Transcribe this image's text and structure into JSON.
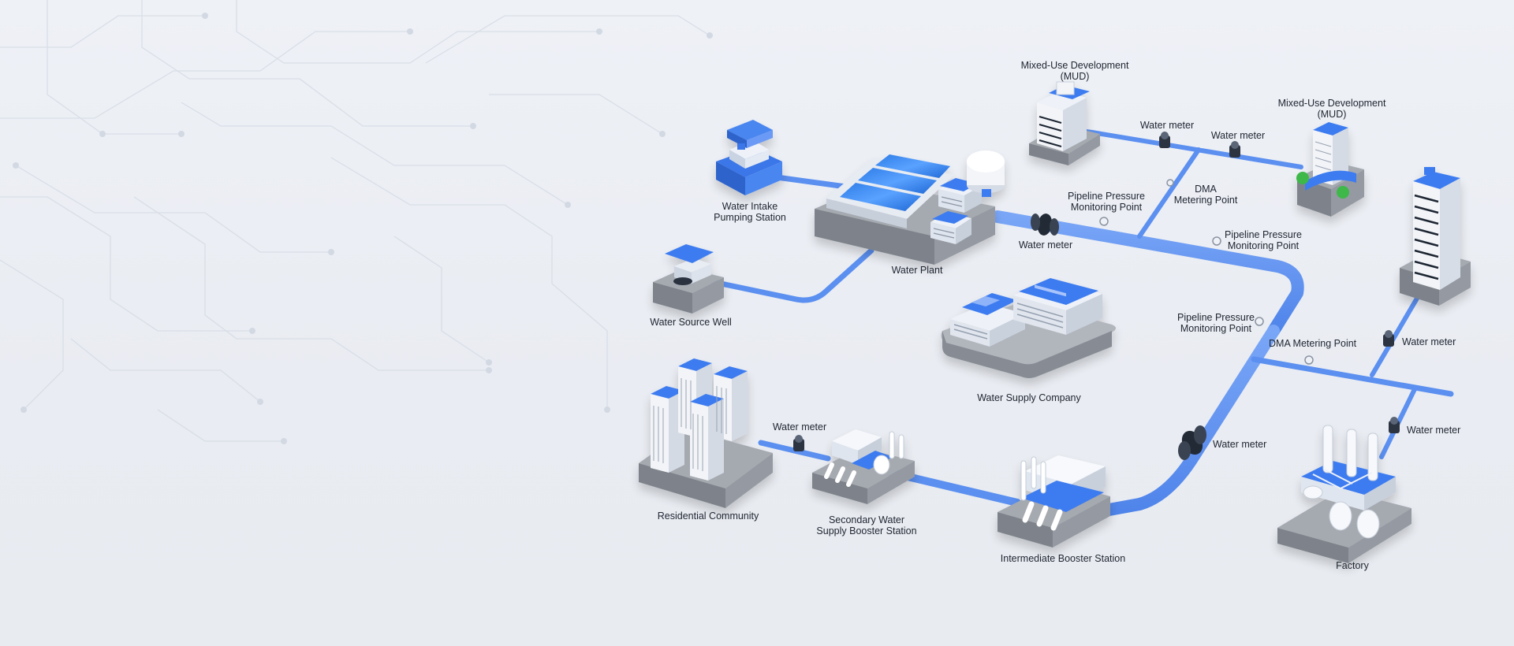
{
  "labels": {
    "water_intake": "Water Intake\nPumping Station",
    "water_plant": "Water Plant",
    "water_source_well": "Water Source Well",
    "water_supply_company": "Water Supply Company",
    "residential_community": "Residential Community",
    "secondary_booster": "Secondary Water\nSupply Booster Station",
    "intermediate_booster": "Intermediate Booster Station",
    "factory": "Factory",
    "mud_1": "Mixed-Use Development\n(MUD)",
    "mud_2": "Mixed-Use Development\n(MUD)",
    "water_meter": "Water meter",
    "pressure_point": "Pipeline Pressure\nMonitoring Point",
    "dma_point_stacked": "DMA\nMetering Point",
    "dma_point_inline": "DMA Metering Point"
  },
  "colors": {
    "pipe": "#5b8ff0",
    "accent_blue": "#3d7bf0",
    "base_gray": "#8e9299",
    "building_white": "#f4f6fa",
    "meter_dark": "#2c3442"
  },
  "icons": [
    "valve-icon",
    "water-meter-icon",
    "pressure-gauge-icon",
    "tree-icon"
  ]
}
